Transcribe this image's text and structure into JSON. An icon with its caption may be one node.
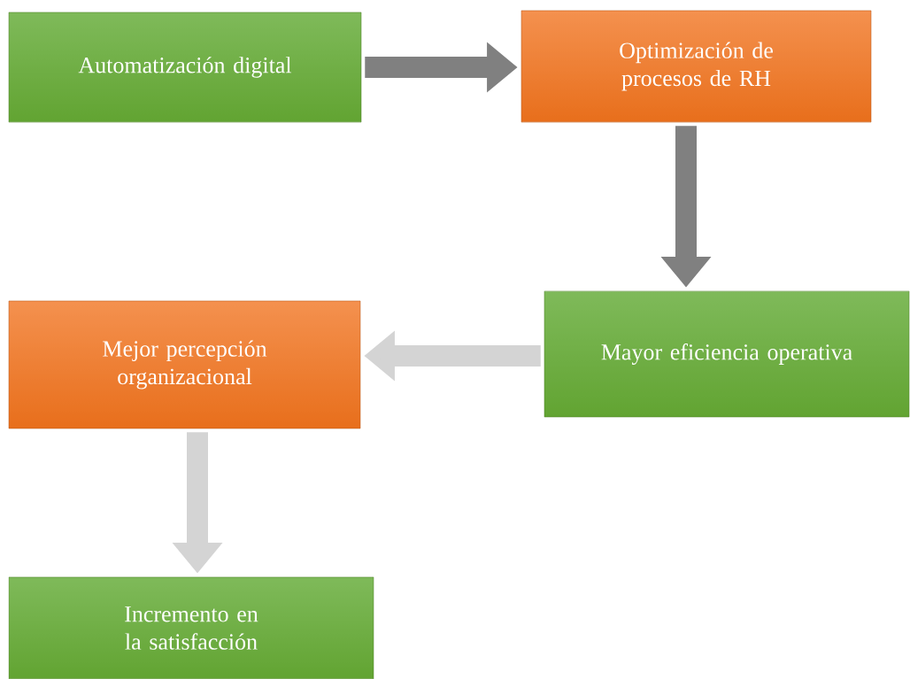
{
  "diagram": {
    "nodes": [
      {
        "text": [
          "Automatización digital"
        ]
      },
      {
        "text": [
          "Optimización de procesos de RH"
        ]
      },
      {
        "text": [
          "Mayor eficiencia operativa"
        ]
      },
      {
        "text": [
          "Mejor percepción organizacional"
        ]
      },
      {
        "text": [
          "Incremento en la satisfacción"
        ]
      }
    ],
    "edges": [
      {
        "from": 0,
        "to": 1,
        "arrow": "to"
      },
      {
        "from": 1,
        "to": 2,
        "arrow": "to"
      },
      {
        "from": 2,
        "to": 3,
        "arrow": "to",
        "color": "#d4d4d4"
      },
      {
        "from": 3,
        "to": 4,
        "arrow": "to",
        "color": "#d4d4d4"
      }
    ]
  }
}
